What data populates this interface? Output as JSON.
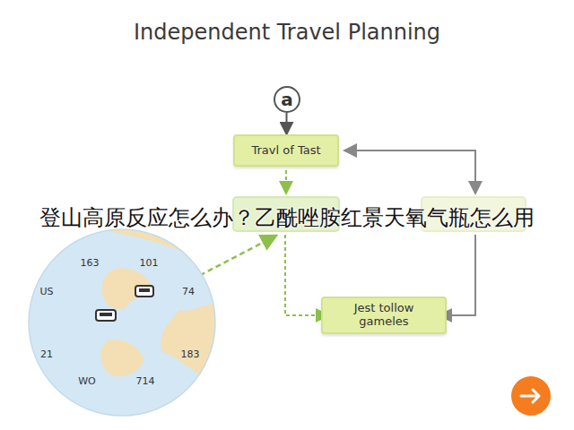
{
  "diagram": {
    "title": "Independent Travel Planning",
    "nodes": [
      {
        "text": [
          "a"
        ]
      },
      {
        "text": [
          "Travl of Tast"
        ]
      },
      {
        "text": [
          "Jest tollow gameles"
        ]
      }
    ],
    "edges": [
      {
        "from": 0,
        "to": 1,
        "arrow": "to"
      }
    ],
    "labels": [
      "登山高原反应怎么办？乙酰唑胺红景天氧气瓶怎么用",
      "163",
      "101",
      "US",
      "74",
      "21",
      "183",
      "WO",
      "714"
    ]
  }
}
